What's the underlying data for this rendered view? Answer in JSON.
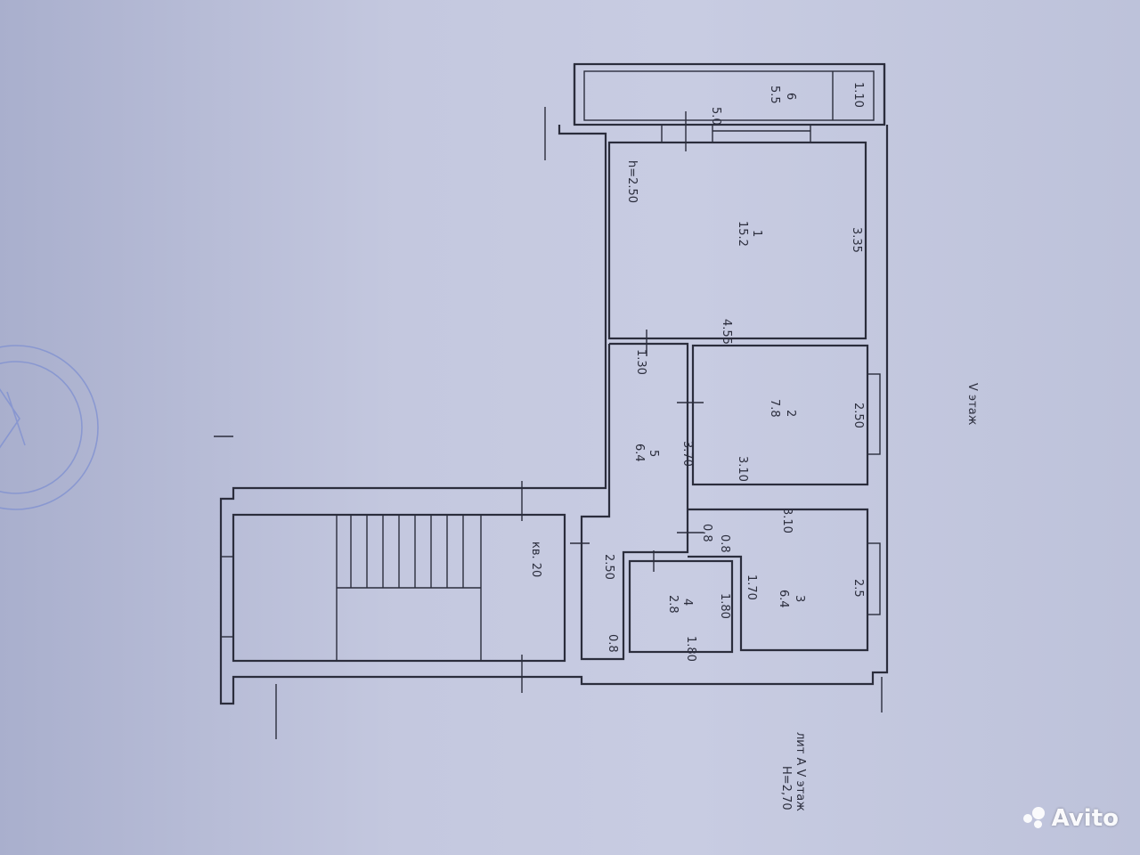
{
  "floor_title": "V этаж",
  "liter_line1": "лит А V этаж",
  "liter_line2": "H=2,70",
  "apartment_label": "кв. 20",
  "rooms": [
    {
      "number": "1",
      "area": "15.2",
      "height": "h=2.50",
      "width": "4.55",
      "depth": "3.35"
    },
    {
      "number": "2",
      "area": "7.8",
      "width": "3.10",
      "depth": "2.50"
    },
    {
      "number": "3",
      "area": "6.4",
      "width": "3.10",
      "depth": "2.5",
      "inner": "1.70"
    },
    {
      "number": "4",
      "area": "2.8",
      "width": "1.80",
      "depth": "1.80"
    },
    {
      "number": "5",
      "area": "6.4",
      "length": "3.70",
      "end": "2.50",
      "door_w": "1.30"
    },
    {
      "number": "6",
      "area": "5.5",
      "length": "5.0",
      "depth": "1.10"
    }
  ],
  "dims": {
    "niche_a": "0.8",
    "niche_b": "0.8",
    "niche_c": "0.8"
  },
  "watermark": "Avito",
  "colors": {
    "paper": "#c4c8df",
    "ink": "#2b2d3c",
    "stamp": "#7d8fd0"
  }
}
